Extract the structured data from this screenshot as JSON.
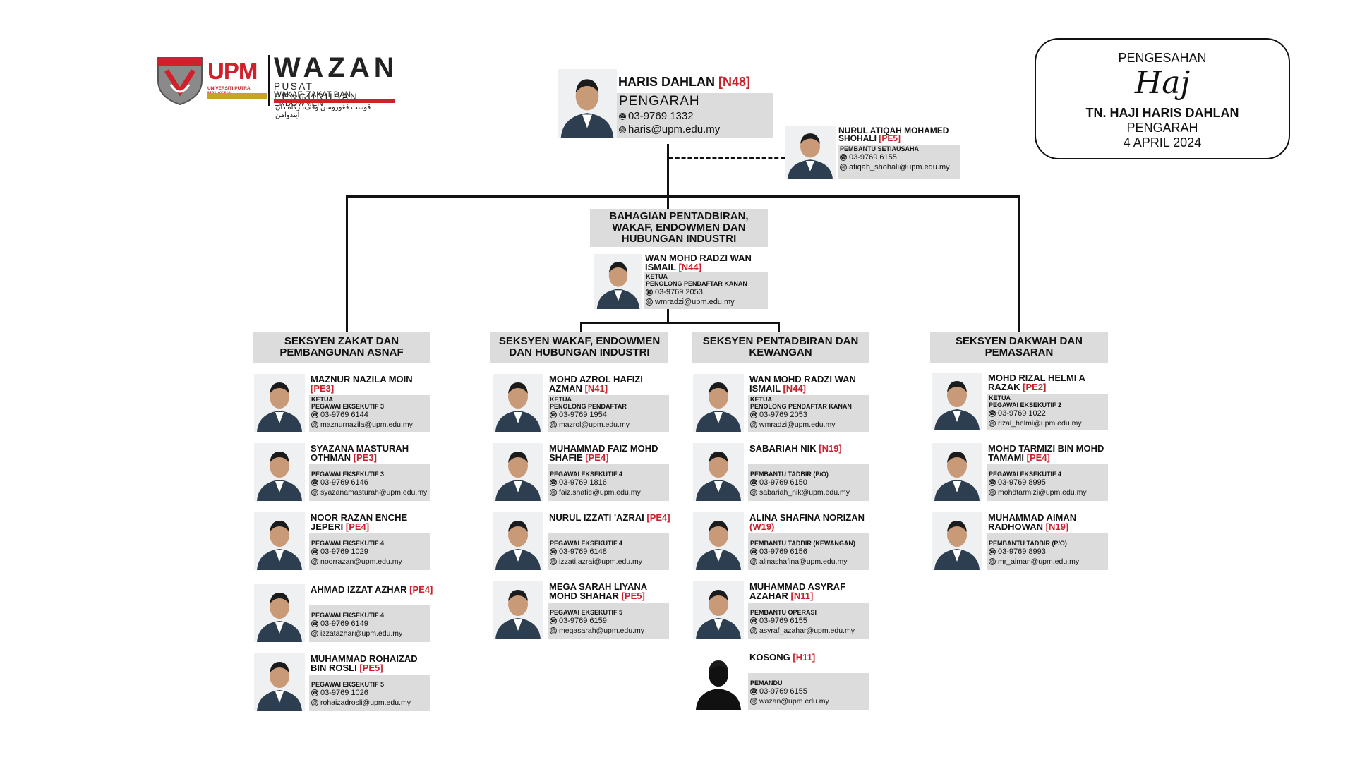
{
  "logo": {
    "upm": "UPM",
    "upm_sub": "UNIVERSITI PUTRA MALAYSIA",
    "wazan": "WAZAN",
    "wazan_line1": "PUSAT PENGURUSAN",
    "wazan_line2": "WAKAF, ZAKAT DAN ENDOWMEN",
    "wazan_arabic": "ڤوست ڤڠوروسن وقف، زكاة دان ايندوامن"
  },
  "approval": {
    "title": "PENGESAHAN",
    "signature": "Haj",
    "name": "TN. HAJI HARIS DAHLAN",
    "position": "PENGARAH",
    "date": "4 APRIL 2024"
  },
  "director": {
    "name": "HARIS DAHLAN",
    "grade": "[N48]",
    "role": "PENGARAH",
    "phone": "03-9769 1332",
    "email": "haris@upm.edu.my"
  },
  "secretary": {
    "name": "NURUL ATIQAH MOHAMED SHOHALI",
    "grade": "[PE5]",
    "role": "PEMBANTU SETIAUSAHA",
    "phone": "03-9769 6155",
    "email": "atiqah_shohali@upm.edu.my"
  },
  "division": {
    "title": "BAHAGIAN PENTADBIRAN, WAKAF, ENDOWMEN DAN HUBUNGAN INDUSTRI",
    "head": {
      "name": "WAN MOHD RADZI WAN ISMAIL",
      "grade": "[N44]",
      "role1": "KETUA",
      "role2": "PENOLONG PENDAFTAR KANAN",
      "phone": "03-9769 2053",
      "email": "wmradzi@upm.edu.my"
    }
  },
  "sections": [
    {
      "title": "SEKSYEN ZAKAT DAN PEMBANGUNAN ASNAF",
      "members": [
        {
          "name": "MAZNUR NAZILA MOIN",
          "grade": "[PE3]",
          "role1": "KETUA",
          "role2": "PEGAWAI EKSEKUTIF 3",
          "phone": "03-9769 6144",
          "email": "maznurnazila@upm.edu.my"
        },
        {
          "name": "SYAZANA MASTURAH OTHMAN",
          "grade": "[PE3]",
          "role1": "",
          "role2": "PEGAWAI EKSEKUTIF 3",
          "phone": "03-9769 6146",
          "email": "syazanamasturah@upm.edu.my"
        },
        {
          "name": "NOOR RAZAN ENCHE JEPERI",
          "grade": "[PE4]",
          "role1": "",
          "role2": "PEGAWAI EKSEKUTIF 4",
          "phone": "03-9769 1029",
          "email": "noorrazan@upm.edu.my"
        },
        {
          "name": "AHMAD IZZAT AZHAR",
          "grade": "[PE4]",
          "role1": "",
          "role2": "PEGAWAI EKSEKUTIF 4",
          "phone": "03-9769 6149",
          "email": "izzatazhar@upm.edu.my"
        },
        {
          "name": "MUHAMMAD ROHAIZAD BIN ROSLI",
          "grade": "[PE5]",
          "role1": "",
          "role2": "PEGAWAI EKSEKUTIF 5",
          "phone": "03-9769 1026",
          "email": "rohaizadrosli@upm.edu.my"
        }
      ]
    },
    {
      "title": "SEKSYEN WAKAF, ENDOWMEN DAN HUBUNGAN INDUSTRI",
      "members": [
        {
          "name": "MOHD AZROL HAFIZI AZMAN",
          "grade": "[N41]",
          "role1": "KETUA",
          "role2": "PENOLONG PENDAFTAR",
          "phone": "03-9769 1954",
          "email": "mazrol@upm.edu.my"
        },
        {
          "name": "MUHAMMAD FAIZ MOHD SHAFIE",
          "grade": "[PE4]",
          "role1": "",
          "role2": "PEGAWAI EKSEKUTIF 4",
          "phone": "03-9769 1816",
          "email": "faiz.shafie@upm.edu.my"
        },
        {
          "name": "NURUL IZZATI 'AZRAI",
          "grade": "[PE4]",
          "role1": "",
          "role2": "PEGAWAI EKSEKUTIF 4",
          "phone": "03-9769 6148",
          "email": "izzati.azrai@upm.edu.my"
        },
        {
          "name": "MEGA SARAH LIYANA MOHD SHAHAR",
          "grade": "[PE5]",
          "role1": "",
          "role2": "PEGAWAI EKSEKUTIF 5",
          "phone": "03-9769 6159",
          "email": "megasarah@upm.edu.my"
        }
      ]
    },
    {
      "title": "SEKSYEN PENTADBIRAN DAN KEWANGAN",
      "members": [
        {
          "name": "WAN MOHD RADZI WAN ISMAIL",
          "grade": "[N44]",
          "role1": "KETUA",
          "role2": "PENOLONG PENDAFTAR KANAN",
          "phone": "03-9769 2053",
          "email": "wmradzi@upm.edu.my"
        },
        {
          "name": "SABARIAH NIK",
          "grade": "[N19]",
          "role1": "",
          "role2": "PEMBANTU TADBIR (P/O)",
          "phone": "03-9769 6150",
          "email": "sabariah_nik@upm.edu.my"
        },
        {
          "name": "ALINA SHAFINA NORIZAN",
          "grade": "(W19)",
          "role1": "",
          "role2": "PEMBANTU TADBIR (KEWANGAN)",
          "phone": "03-9769 6156",
          "email": "alinashafina@upm.edu.my"
        },
        {
          "name": "MUHAMMAD ASYRAF AZAHAR",
          "grade": "[N11]",
          "role1": "",
          "role2": "PEMBANTU OPERASI",
          "phone": "03-9769 6155",
          "email": "asyraf_azahar@upm.edu.my"
        },
        {
          "name": "KOSONG",
          "grade": "[H11]",
          "role1": "",
          "role2": "PEMANDU",
          "phone": "03-9769 6155",
          "email": "wazan@upm.edu.my"
        }
      ]
    },
    {
      "title": "SEKSYEN DAKWAH DAN PEMASARAN",
      "members": [
        {
          "name": "MOHD RIZAL HELMI A RAZAK",
          "grade": "[PE2]",
          "role1": "KETUA",
          "role2": "PEGAWAI EKSEKUTIF 2",
          "phone": "03-9769 1022",
          "email": "rizal_helmi@upm.edu.my"
        },
        {
          "name": "MOHD TARMIZI BIN MOHD TAMAMI",
          "grade": "[PE4]",
          "role1": "",
          "role2": "PEGAWAI EKSEKUTIF 4",
          "phone": "03-9769 8995",
          "email": "mohdtarmizi@upm.edu.my"
        },
        {
          "name": "MUHAMMAD AIMAN RADHOWAN",
          "grade": "[N19]",
          "role1": "",
          "role2": "PEMBANTU TADBIR (P/O)",
          "phone": "03-9769 8993",
          "email": "mr_aiman@upm.edu.my"
        }
      ]
    }
  ],
  "colors": {
    "grade": "#c8202c",
    "box": "#dcdcdc",
    "line": "#111111",
    "brand": "#d0202c"
  }
}
